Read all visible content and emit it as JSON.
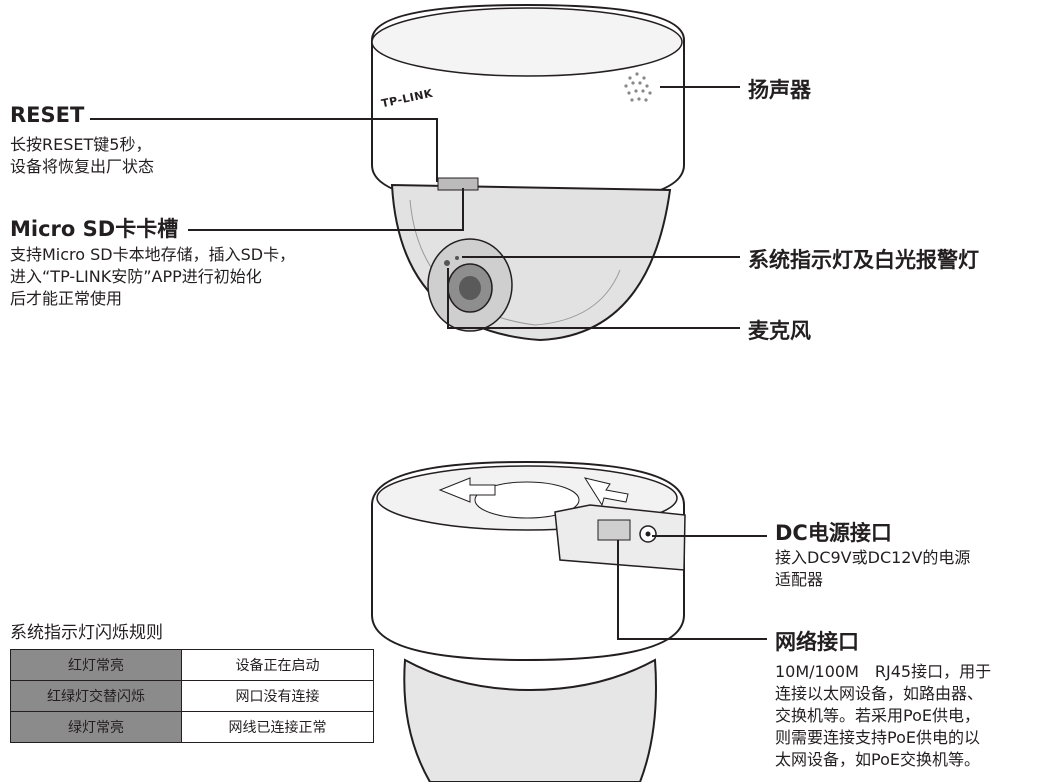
{
  "labels": {
    "reset": {
      "title": "RESET",
      "desc_line1": "长按RESET键5秒，",
      "desc_line2": "设备将恢复出厂状态"
    },
    "sd": {
      "title": "Micro SD卡卡槽",
      "desc_line1": "支持Micro SD卡本地存储，插入SD卡，",
      "desc_line2": "进入“TP-LINK安防”APP进行初始化",
      "desc_line3": "后才能正常使用"
    },
    "speaker": "扬声器",
    "indicator": "系统指示灯及白光报警灯",
    "mic": "麦克风",
    "dc": {
      "title": "DC电源接口",
      "desc_line1": "接入DC9V或DC12V的电源",
      "desc_line2": "适配器"
    },
    "network": {
      "title": "网络接口",
      "desc_line1": "10M/100M　RJ45接口，用于",
      "desc_line2": "连接以太网设备，如路由器、",
      "desc_line3": "交换机等。若采用PoE供电，",
      "desc_line4": "则需要连接支持PoE供电的以",
      "desc_line5": "太网设备，如PoE交换机等。"
    }
  },
  "device": {
    "brand_logo": "TP-LINK"
  },
  "blink_table": {
    "title": "系统指示灯闪烁规则",
    "rows": [
      {
        "state": "红灯常亮",
        "meaning": "设备正在启动"
      },
      {
        "state": "红绿灯交替闪烁",
        "meaning": "网口没有连接"
      },
      {
        "state": "绿灯常亮",
        "meaning": "网线已连接正常"
      }
    ]
  },
  "colors": {
    "text": "#231f20",
    "table_state_bg": "#8b8b8b",
    "device_outline": "#231f20",
    "dome_shade": "#d9d9d9"
  }
}
